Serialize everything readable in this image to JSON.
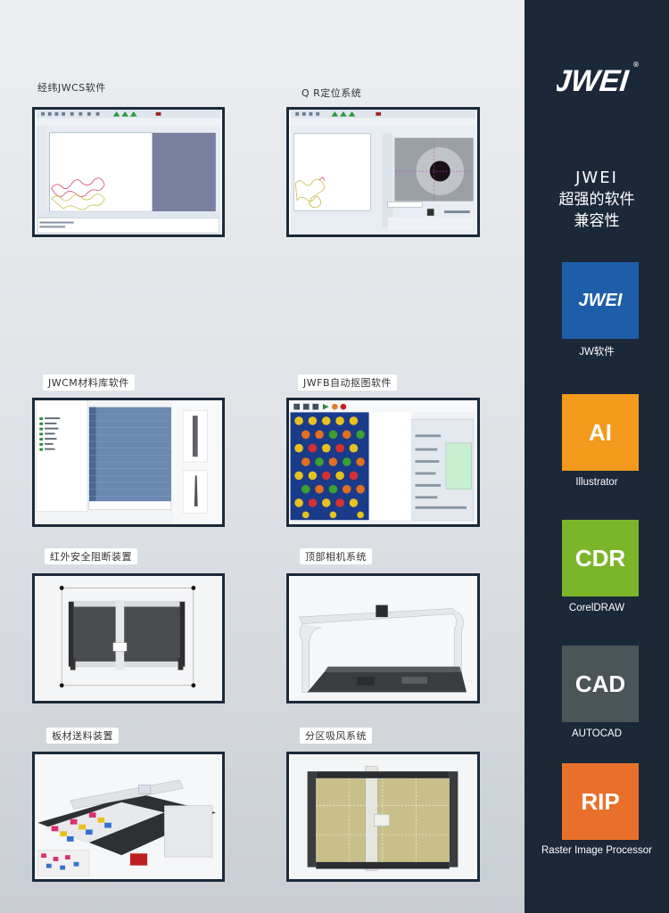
{
  "brand": {
    "name": "JWEI",
    "registered_mark": "®"
  },
  "sidebar": {
    "headline": [
      "JWEI",
      "超强的软件",
      "兼容性"
    ],
    "items": [
      {
        "tile_text": "JWEI",
        "label": "JW软件",
        "color": "#1e5ea8",
        "icon": "jwei-logo-icon"
      },
      {
        "tile_text": "AI",
        "label": "Illustrator",
        "color": "#f39a1c"
      },
      {
        "tile_text": "CDR",
        "label": "CorelDRAW",
        "color": "#7bb62a"
      },
      {
        "tile_text": "CAD",
        "label": "AUTOCAD",
        "color": "#4b5457"
      },
      {
        "tile_text": "RIP",
        "label": "Raster Image Processor",
        "color": "#e8702a"
      }
    ]
  },
  "panels": [
    {
      "caption": "经纬JWCS软件",
      "kind": "software"
    },
    {
      "caption": "Q R定位系统",
      "kind": "software"
    },
    {
      "caption": "JWCM材料库软件",
      "kind": "software"
    },
    {
      "caption": "JWFB自动抠图软件",
      "kind": "software"
    },
    {
      "caption": "红外安全阻断装置",
      "kind": "machine"
    },
    {
      "caption": "顶部相机系统",
      "kind": "machine"
    },
    {
      "caption": "板材送料装置",
      "kind": "machine"
    },
    {
      "caption": "分区吸风系统",
      "kind": "machine"
    }
  ]
}
